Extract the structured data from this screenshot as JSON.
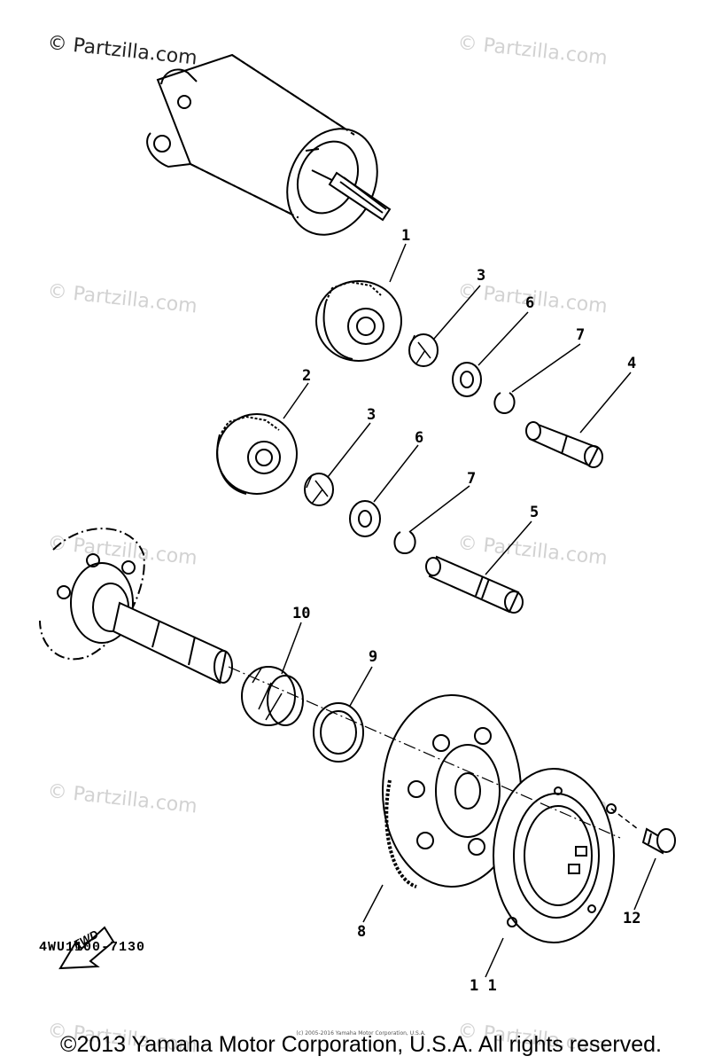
{
  "watermark": {
    "text": "© Partzilla.com"
  },
  "callouts": [
    {
      "id": "1",
      "label": "1"
    },
    {
      "id": "2",
      "label": "2"
    },
    {
      "id": "3a",
      "label": "3"
    },
    {
      "id": "3b",
      "label": "3"
    },
    {
      "id": "4",
      "label": "4"
    },
    {
      "id": "5",
      "label": "5"
    },
    {
      "id": "6a",
      "label": "6"
    },
    {
      "id": "6b",
      "label": "6"
    },
    {
      "id": "7a",
      "label": "7"
    },
    {
      "id": "7b",
      "label": "7"
    },
    {
      "id": "8",
      "label": "8"
    },
    {
      "id": "9",
      "label": "9"
    },
    {
      "id": "10",
      "label": "10"
    },
    {
      "id": "11",
      "label": "1 1"
    },
    {
      "id": "12",
      "label": "12"
    }
  ],
  "fwd_label": "FWD",
  "diagram_code": "4WU1100-7130",
  "small_note": "(c) 2005-2016 Yamaha Motor Corporation, U.S.A.",
  "copyright": "©2013 Yamaha Motor Corporation, U.S.A. All rights reserved.",
  "icons": {
    "fwd_arrow": "fwd-arrow-icon"
  }
}
